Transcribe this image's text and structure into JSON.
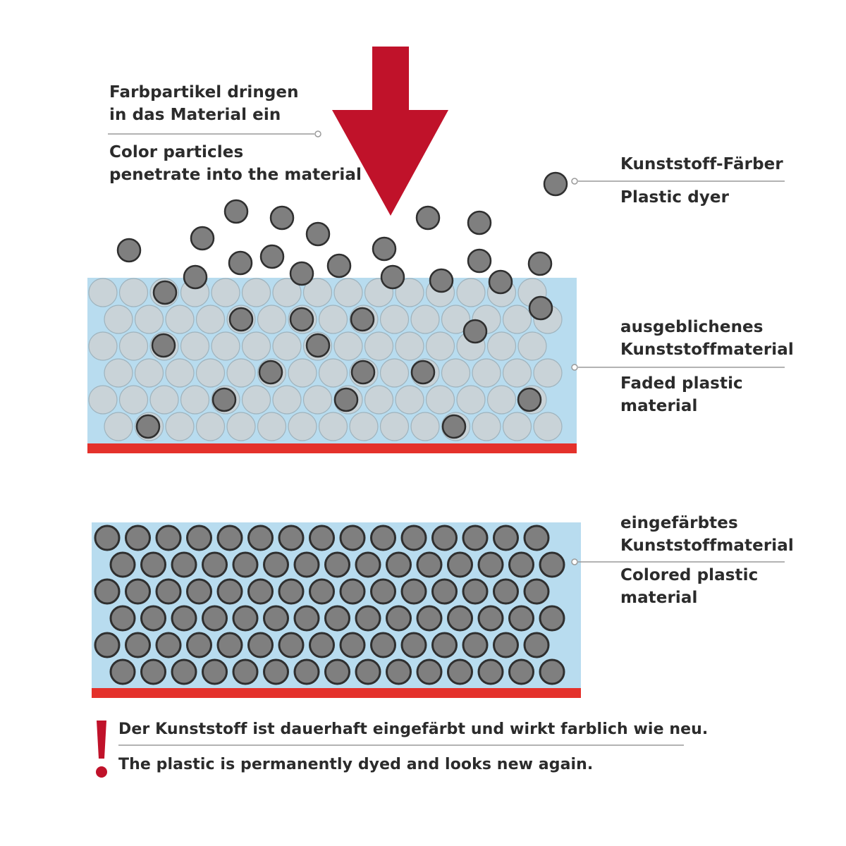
{
  "colors": {
    "arrow": "#c0122a",
    "base_bar": "#e4312b",
    "layer_background": "#b8dcef",
    "faded_particle_fill": "#c9d3d8",
    "faded_particle_stroke": "#9fb3bd",
    "dye_particle_fill": "#7f7f7f",
    "dye_particle_stroke": "#2f2f2f",
    "leader_line": "#9a9a9a",
    "text": "#2b2b2b",
    "exclamation": "#c0122a"
  },
  "labels": {
    "penetrate": {
      "de": [
        "Farbpartikel dringen",
        "in das Material ein"
      ],
      "en": [
        "Color particles",
        "penetrate into the material"
      ]
    },
    "dyer": {
      "de": [
        "Kunststoff-Färber"
      ],
      "en": [
        "Plastic dyer"
      ]
    },
    "faded": {
      "de": [
        "ausgeblichenes",
        "Kunststoffmaterial"
      ],
      "en": [
        "Faded plastic",
        "material"
      ]
    },
    "colored": {
      "de": [
        "eingefärbtes",
        "Kunststoffmaterial"
      ],
      "en": [
        "Colored plastic",
        "material"
      ]
    }
  },
  "footer": {
    "mark": "!",
    "de": "Der  Kunststoff ist dauerhaft eingefärbt und wirkt farblich wie neu.",
    "en": "The plastic is permanently dyed and looks new again."
  }
}
